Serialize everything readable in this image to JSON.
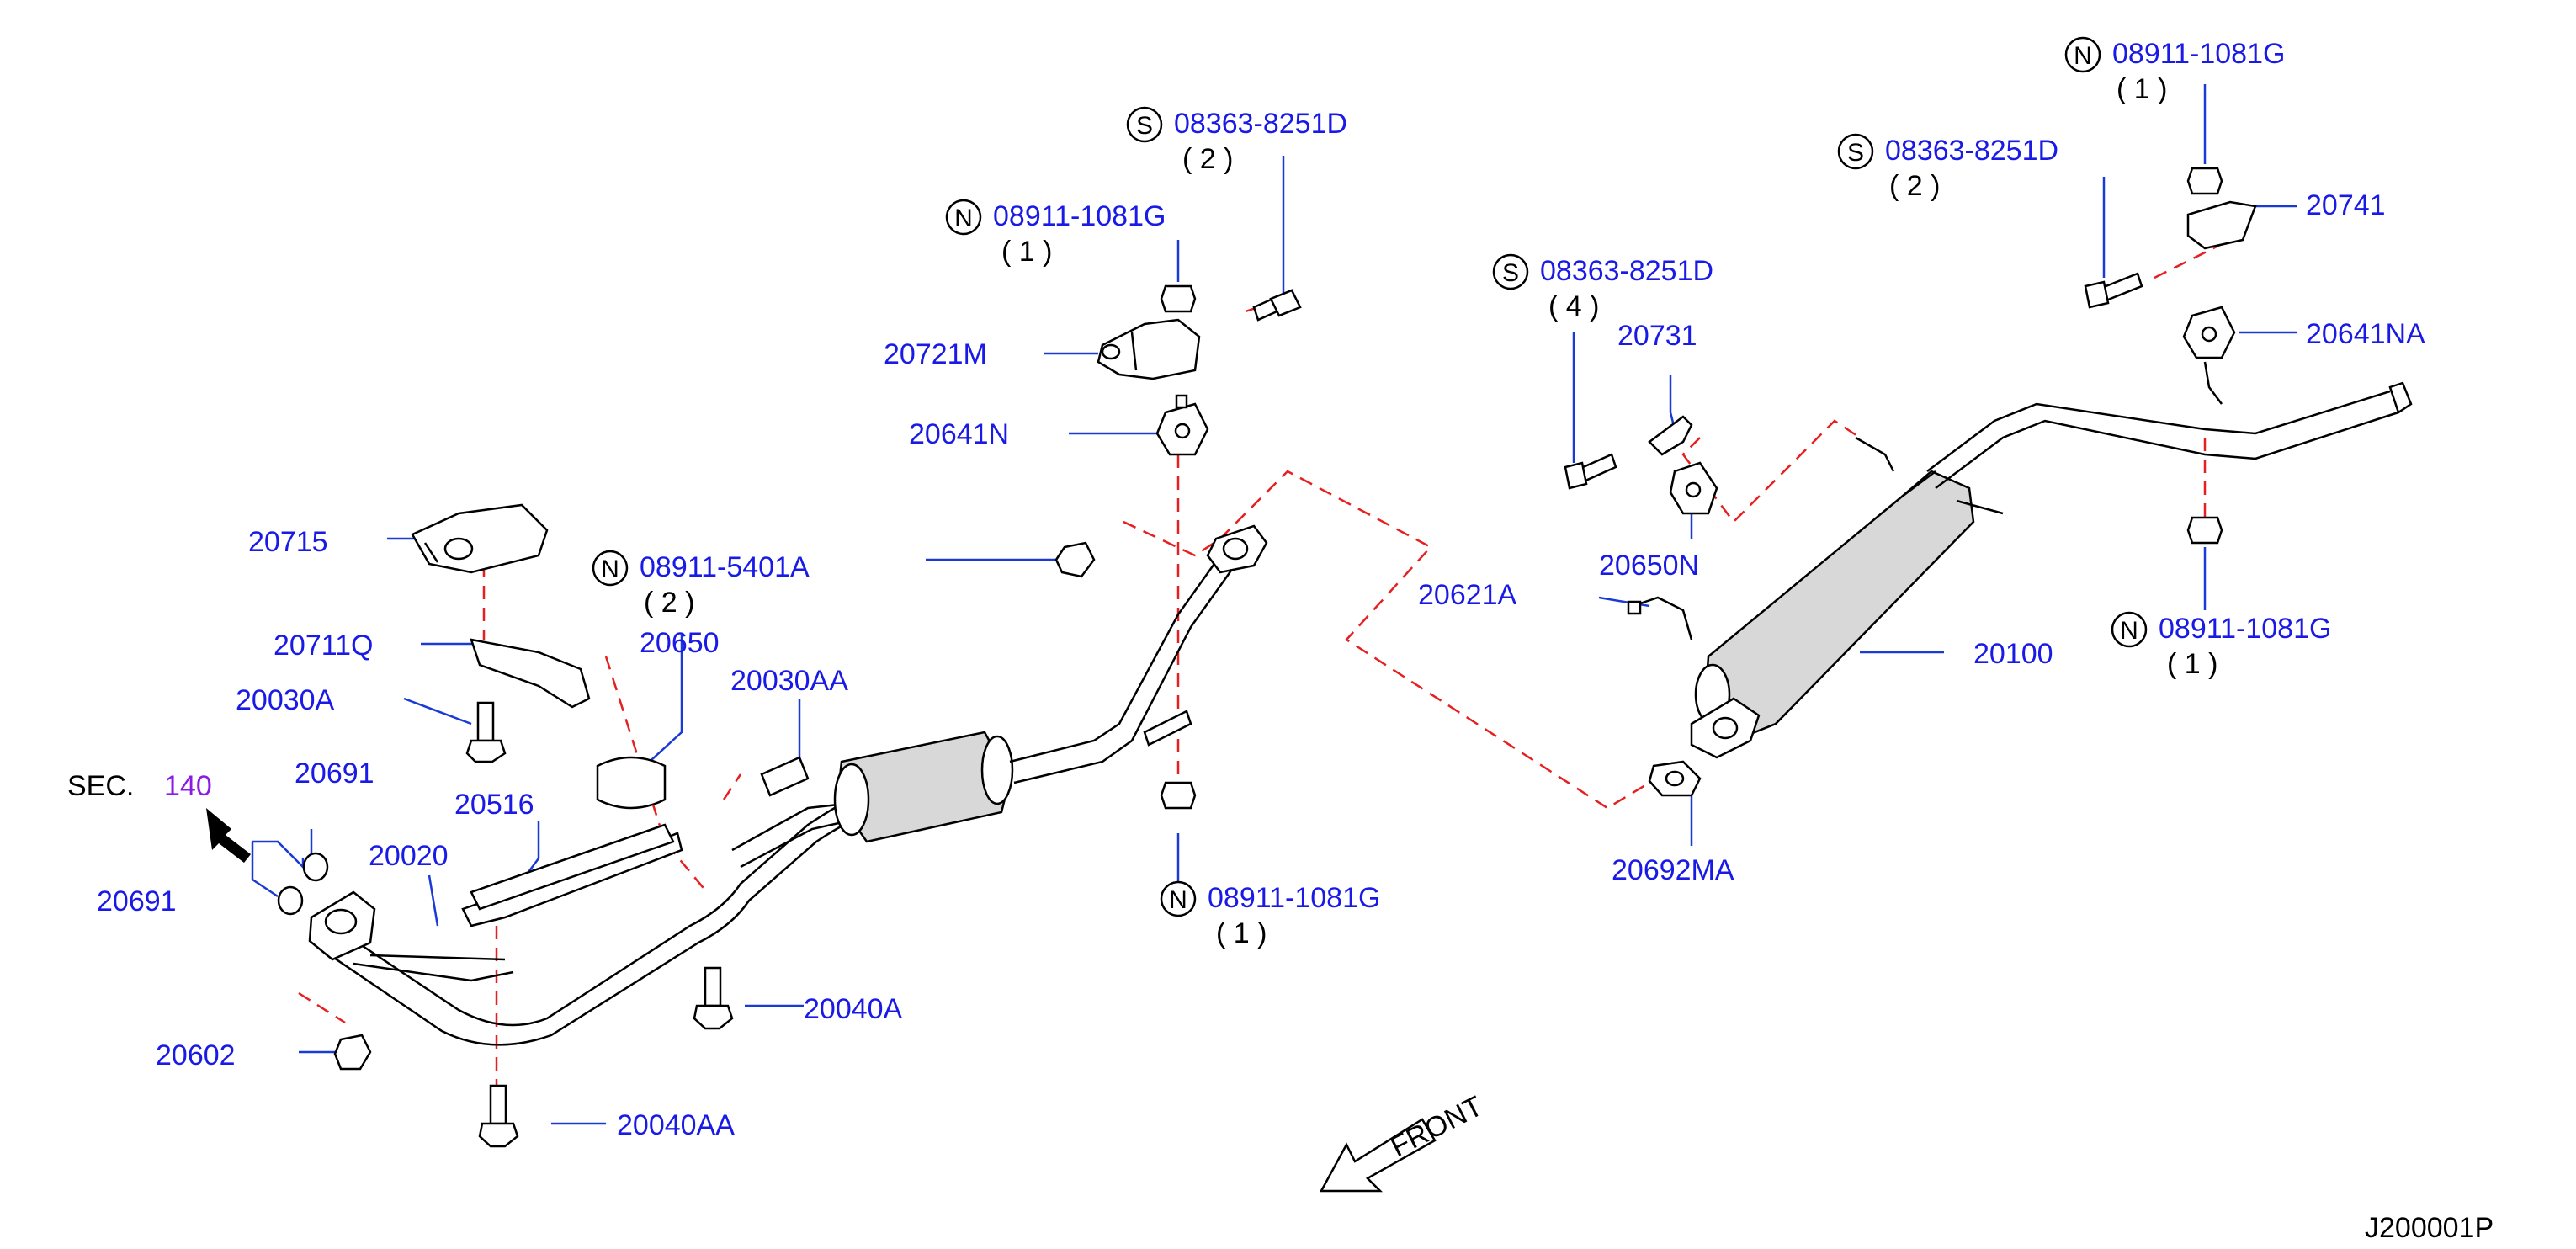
{
  "footer": {
    "code": "J200001P"
  },
  "section_ref": {
    "prefix": "SEC.",
    "number": "140"
  },
  "front": {
    "label": "FRONT"
  },
  "callouts": {
    "c1": {
      "symbol": "S",
      "part": "08363-8251D",
      "qty": "( 2 )"
    },
    "c2": {
      "symbol": "N",
      "part": "08911-1081G",
      "qty": "( 1 )"
    },
    "c3": {
      "symbol": "N",
      "part": "08911-5401A",
      "qty": "( 2 )"
    },
    "c4": {
      "symbol": "N",
      "part": "08911-1081G",
      "qty": "( 1 )"
    },
    "c5": {
      "symbol": "S",
      "part": "08363-8251D",
      "qty": "( 4 )"
    },
    "c6": {
      "symbol": "S",
      "part": "08363-8251D",
      "qty": "( 2 )"
    },
    "c7": {
      "symbol": "N",
      "part": "08911-1081G",
      "qty": "( 1 )"
    },
    "c8": {
      "symbol": "N",
      "part": "08911-1081G",
      "qty": "( 1 )"
    }
  },
  "labels": {
    "p20721M": "20721M",
    "p20641N": "20641N",
    "p20715": "20715",
    "p20711Q": "20711Q",
    "p20030A": "20030A",
    "p20030AA": "20030AA",
    "p20691a": "20691",
    "p20691b": "20691",
    "p20516": "20516",
    "p20020": "20020",
    "p20602": "20602",
    "p20040A": "20040A",
    "p20040AA": "20040AA",
    "p20650": "20650",
    "p20731": "20731",
    "p20650N": "20650N",
    "p20621A": "20621A",
    "p20100": "20100",
    "p20692MA": "20692MA",
    "p20741": "20741",
    "p20641NA": "20641NA"
  }
}
